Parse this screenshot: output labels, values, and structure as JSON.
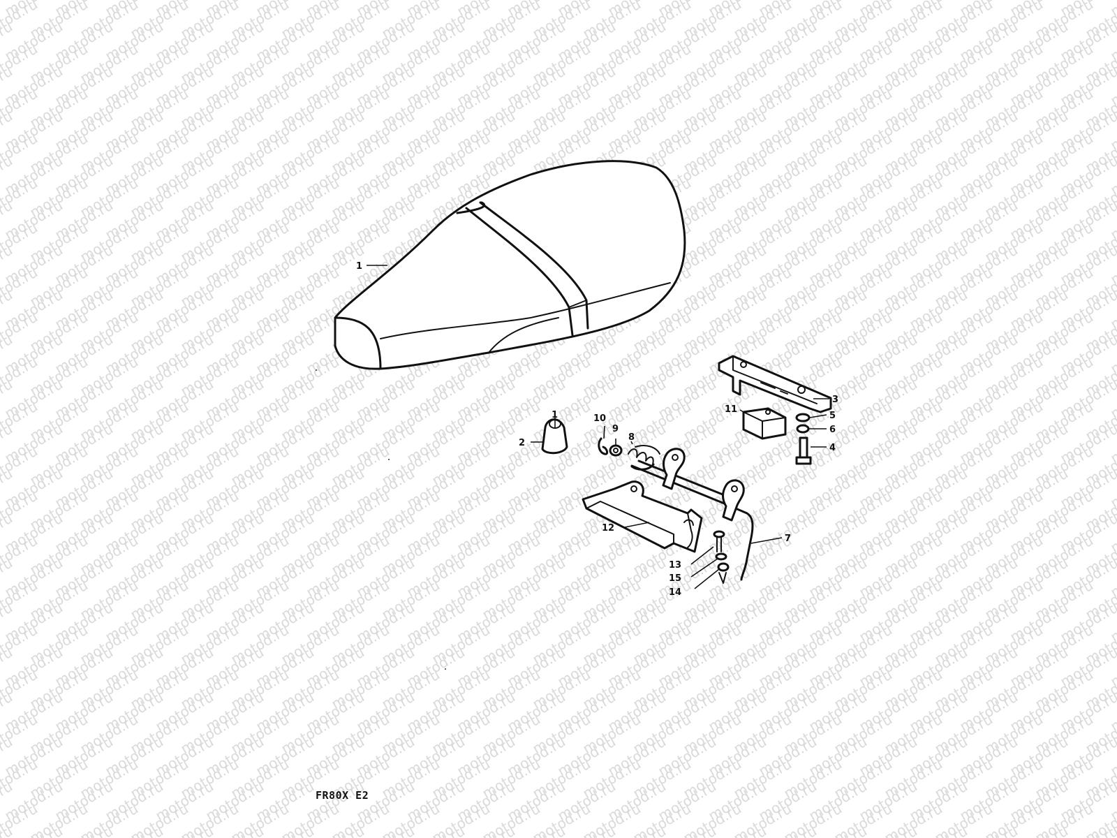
{
  "watermark": {
    "text": "motod.ru",
    "color": "#d9d9d9"
  },
  "footer": {
    "model_code": "FR80X E2"
  },
  "callouts": {
    "p1": "1",
    "p1b": "1",
    "p2": "2",
    "p3": "3",
    "p4": "4",
    "p5": "5",
    "p6": "6",
    "p7": "7",
    "p8": "8",
    "p9": "9",
    "p10": "10",
    "p11": "11",
    "p12": "12",
    "p13": "13",
    "p14": "14",
    "p15": "15"
  }
}
